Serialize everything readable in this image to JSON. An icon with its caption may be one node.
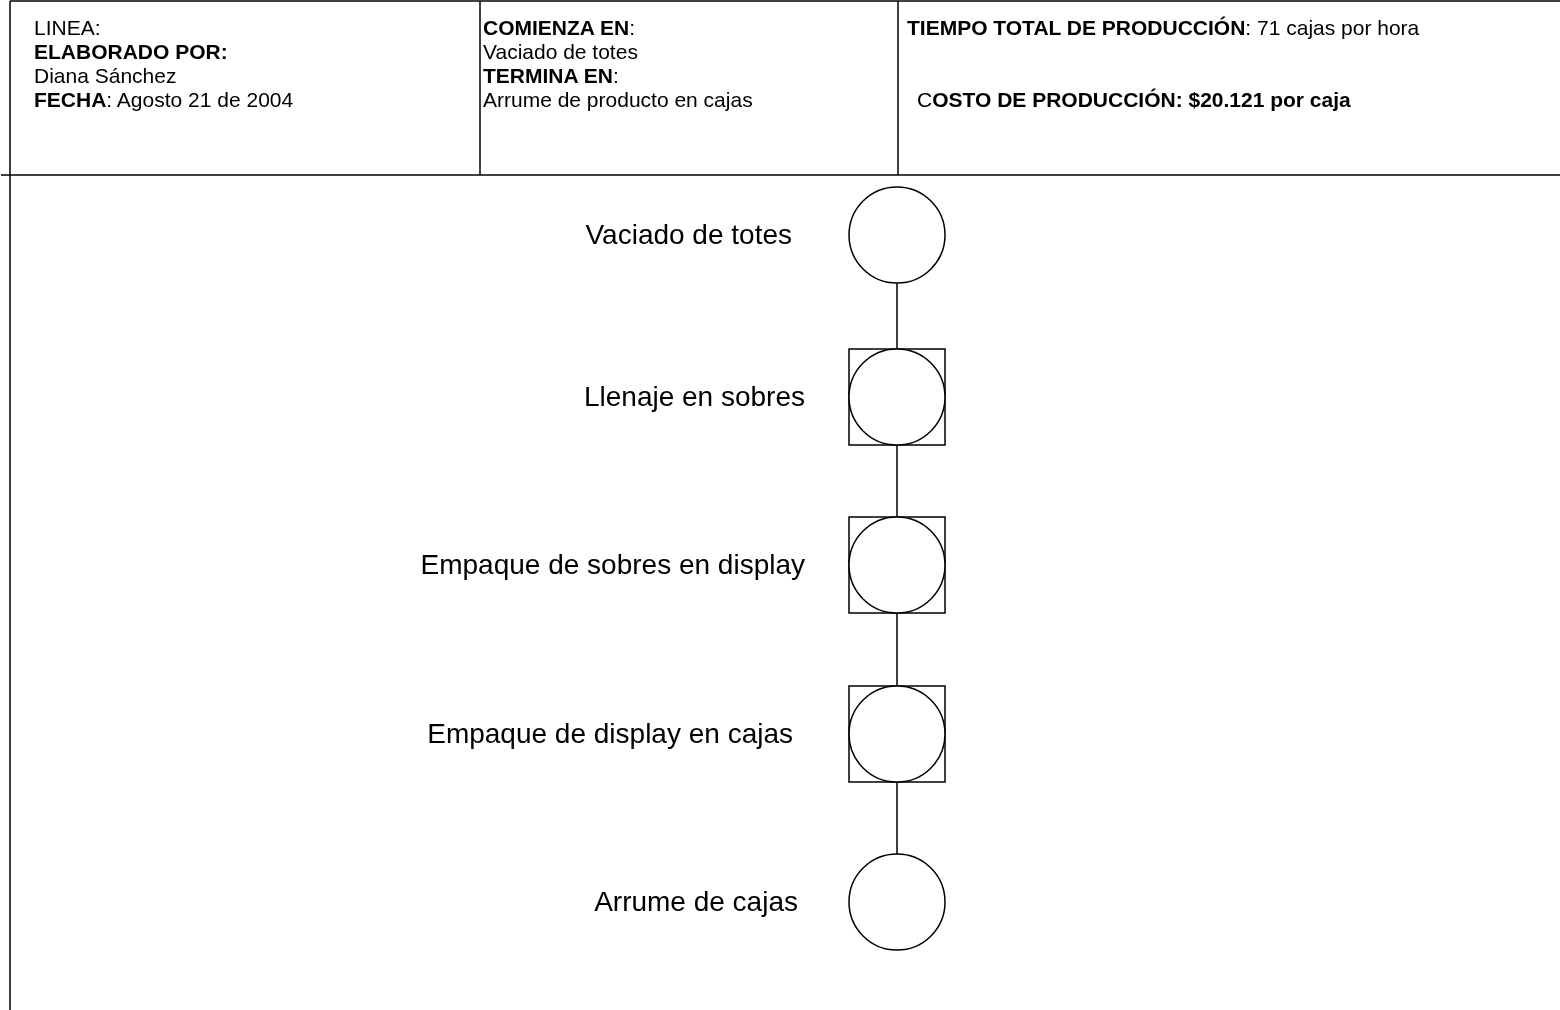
{
  "diagram": {
    "nodes": [
      {
        "text": [],
        "shape": "circle",
        "beside": [
          "Vaciado de totes"
        ]
      },
      {
        "text": [],
        "shape": "box",
        "beside": [
          "Llenaje en sobres"
        ]
      },
      {
        "text": [],
        "shape": "box",
        "beside": [
          "Empaque de sobres en display"
        ]
      },
      {
        "text": [],
        "shape": "box",
        "beside": [
          "Empaque de display en cajas"
        ]
      },
      {
        "text": [],
        "shape": "circle",
        "beside": [
          "Arrume de cajas"
        ]
      }
    ],
    "edges": [
      {
        "from": 0,
        "to": 1,
        "arrow": "none"
      },
      {
        "from": 1,
        "to": 2,
        "arrow": "none"
      },
      {
        "from": 2,
        "to": 3,
        "arrow": "none"
      },
      {
        "from": 3,
        "to": 4,
        "arrow": "none"
      }
    ],
    "labels": [
      "LINEA:",
      "ELABORADO POR:",
      "Diana Sánchez",
      "**FECHA**: Agosto 21 de 2004",
      "**COMIENZA EN**:",
      "Vaciado de totes",
      "**TERMINA EN**:",
      "Arrume de producto en cajas",
      "**TIEMPO TOTAL DE PRODUCCIÓN**: 71 cajas por hora",
      "C**OSTO DE PRODUCCIÓN: $20.121 por caja**"
    ]
  }
}
